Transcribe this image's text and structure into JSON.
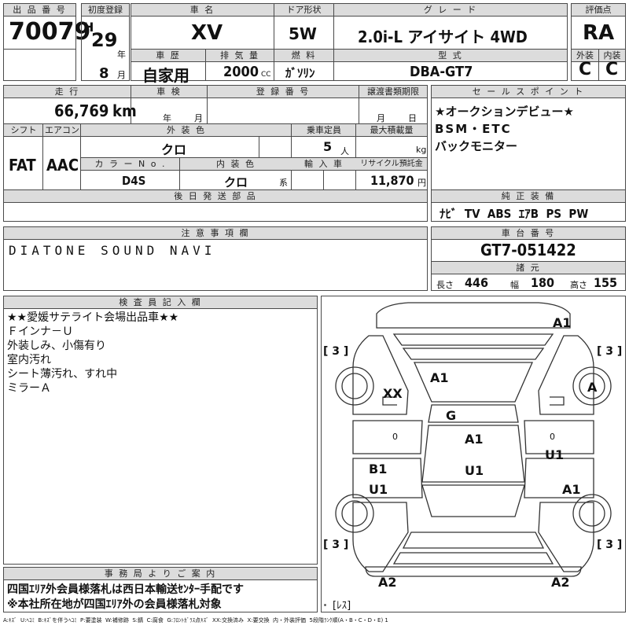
{
  "headers": {
    "lot_no": "出 品 番 号",
    "first_reg": "初度登録",
    "car_name": "車 名",
    "door": "ドア形状",
    "grade": "グ レ ー ド",
    "score": "評価点",
    "history": "車 歴",
    "displacement": "排 気 量",
    "fuel": "燃 料",
    "model": "型 式",
    "ext": "外装",
    "int": "内装",
    "mileage": "走 行",
    "inspection": "車 検",
    "registration": "登 録 番 号",
    "transfer": "譲渡書類期限",
    "sales_point": "セ ー ル ス ポ イ ン ト",
    "shift": "シフト",
    "aircon": "エアコン",
    "color": "外 装 色",
    "capacity": "乗車定員",
    "load": "最大積載量",
    "color_no": "カ ラ ー N o .",
    "int_color": "内 装 色",
    "import": "輸 入 車",
    "recycle": "リサイクル預託金",
    "later_parts": "後 日 発 送 部 品",
    "equipment": "純 正 装 備",
    "caution": "注 意 事 項 欄",
    "chassis": "車 台 番 号",
    "dims": "諸 元",
    "inspector": "検 査 員 記 入 欄",
    "office": "事 務 局 よ り ご 案 内"
  },
  "vehicle": {
    "lot_no": "70079",
    "era": "H",
    "year": "29",
    "year_unit": "年",
    "month": "8",
    "month_unit": "月",
    "name": "XV",
    "door": "5W",
    "grade": "2.0i-L アイサイト 4WD",
    "score": "RA",
    "history": "自家用",
    "displacement": "2000",
    "cc_unit": "CC",
    "fuel": "ｶﾞｿﾘﾝ",
    "model": "DBA-GT7",
    "ext_grade": "C",
    "int_grade": "C",
    "mileage": "66,769",
    "km_unit": "km",
    "inspection_year_unit": "年",
    "inspection_month_unit": "月",
    "transfer_month_unit": "月",
    "transfer_day_unit": "日",
    "shift": "FAT",
    "aircon": "AAC",
    "color": "クロ",
    "capacity": "5",
    "capacity_unit": "人",
    "load_unit": "kg",
    "color_no": "D4S",
    "int_color": "クロ",
    "int_color_suffix": "系",
    "recycle": "11,870",
    "recycle_unit": "円",
    "chassis": "GT7-051422"
  },
  "sales_points": [
    "★オークションデビュー★",
    "BSM・ETC",
    "バックモニター"
  ],
  "equipment": "ﾅﾋﾞ  TV  ABS  ｴｱB  PS  PW",
  "caution": "DIATONE SOUND NAVI",
  "dims": {
    "length_label": "長さ",
    "length": "446",
    "width_label": "幅",
    "width": "180",
    "height_label": "高さ",
    "height": "155"
  },
  "inspector_notes": [
    "★★愛媛サテライト会場出品車★★",
    "Ｆインナ－Ｕ",
    "外装しみ、小傷有り",
    "室内汚れ",
    "シート薄汚れ、すれ中",
    "ミラーＡ"
  ],
  "office_notes": [
    "四国ｴﾘｱ外会員様落札は西日本輸送ｾﾝﾀｰ手配です",
    "※本社所在地が四国ｴﾘｱ外の会員様落札対象"
  ],
  "legend": "A:ｷｽﾞ  U:ﾍｺﾐ  B:ｷｽﾞを伴うﾍｺﾐ  P:要塗装  W:補修跡  S:錆  C:腐食  G:ﾌﾛﾝﾄｶﾞﾗｽ点ｷｽﾞ  XX:交換済み  X:要交換  内・外装評価  5段階ﾗﾝｸ順(A・B・C・D・E) 1",
  "diagram": {
    "marks": {
      "a1_top_right": "A1",
      "three_left_top": "[ 3 ]",
      "three_right_top": "[ 3 ]",
      "a1_roof": "A1",
      "xx": "XX",
      "a_wheel": "A",
      "g": "G",
      "a1_center": "A1",
      "u1_right": "U1",
      "b1": "B1",
      "u1_center": "U1",
      "u1_left": "U1",
      "a1_right": "A1",
      "three_left_bottom": "[ 3 ]",
      "three_right_bottom": "[ 3 ]",
      "a2_left": "A2",
      "a2_right": "A2",
      "less": "[ﾚｽ]",
      "zero_left": "0",
      "zero_right": "0"
    }
  }
}
